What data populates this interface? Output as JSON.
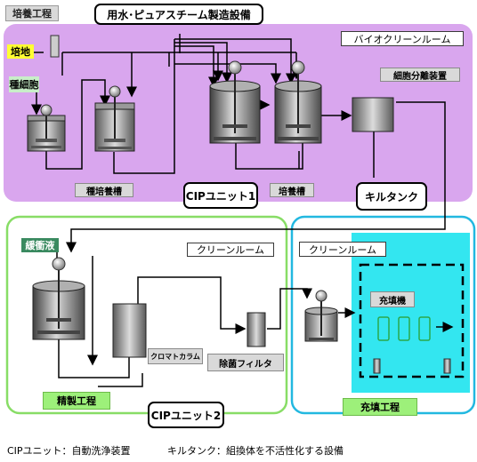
{
  "header": {
    "culture_stage": "培養工程",
    "water_steam": "用水･ピュアスチーム製造設備"
  },
  "rooms": {
    "bio": "バイオクリーンルーム",
    "clean1": "クリーンルーム",
    "clean2": "クリーンルーム"
  },
  "inputs": {
    "medium": "培地",
    "seed_cells": "種細胞",
    "buffer": "緩衝液"
  },
  "equipment": {
    "seed_tank": "種培養槽",
    "culture_tank": "培養槽",
    "cell_separator": "細胞分離装置",
    "kill_tank": "キルタンク",
    "chrom_column": "クロマトカラム",
    "sterile_filter": "除菌フィルタ",
    "filling_machine": "充填機"
  },
  "cip": {
    "unit1": "CIPユニット1",
    "unit2": "CIPユニット2"
  },
  "stages": {
    "purification": "精製工程",
    "filling": "充填工程"
  },
  "legend": {
    "cip_note": "CIPユニット：自動洗浄装置",
    "kill_note": "キルタンク：組換体を不活性化する設備"
  },
  "colors": {
    "bio_area": "#d9a6ee",
    "clean_border": "#88dd66",
    "fill_border": "#22b8e0",
    "fill_area": "#33e6f0",
    "medium_bg": "#ffff33",
    "buffer_bg": "#3a8a60",
    "seed_bg": "#c8eec8"
  }
}
